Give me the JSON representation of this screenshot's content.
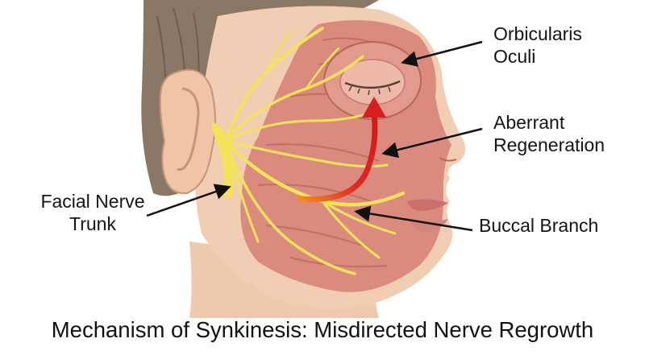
{
  "labels": {
    "orbicularis": [
      "Orbicularis",
      "Oculi"
    ],
    "aberrant": [
      "Aberrant",
      "Regeneration"
    ],
    "buccal": "Buccal Branch",
    "trunk": [
      "Facial Nerve",
      "Trunk"
    ]
  },
  "caption": "Mechanism of Synkinesis: Misdirected Nerve Regrowth",
  "colors": {
    "skin": "#f1cdb4",
    "muscle": "#d9867a",
    "nerve": "#f2e35a",
    "aberrant_arrow": "#d91e1e",
    "hair": "#8a7766",
    "leader_arrows": "#111111"
  }
}
